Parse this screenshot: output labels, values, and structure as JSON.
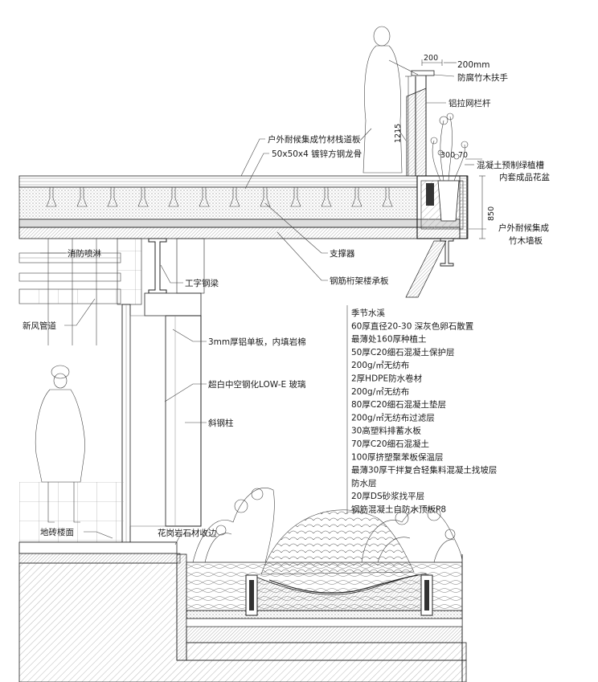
{
  "labels": {
    "handrail_dim": "200mm",
    "handrail": "防腐竹木扶手",
    "railing": "铝拉网栏杆",
    "planter_trough": "混凝土预制绿植槽",
    "planter_pot": "内套成品花盆",
    "deck_board": "户外耐候集成竹材栈道板",
    "steel_keel": "50x50x4 镀锌方钢龙骨",
    "wall_panel_1": "户外耐候集成",
    "wall_panel_2": "竹木墙板",
    "sprinkler": "消防喷淋",
    "support": "支撑器",
    "deck_floor": "钢筋桁架楼承板",
    "i_beam": "工字钢梁",
    "fresh_air": "新风管道",
    "aluminum": "3mm厚铝单板，内填岩棉",
    "glass": "超白中空钢化LOW-E 玻璃",
    "column": "斜钢柱",
    "tile_floor": "地砖楼面",
    "granite": "花岗岩石材收边"
  },
  "dimensions": {
    "top_200": "200",
    "h_1215": "1215",
    "w_300": "300",
    "w_70": "70",
    "h_850": "850"
  },
  "layers": [
    "季节水溪",
    "60厚直径20-30 深灰色卵石散置",
    "最薄处160厚种植土",
    "50厚C20细石混凝土保护层",
    "200g/㎡无纺布",
    "2厚HDPE防水卷材",
    "200g/㎡无纺布",
    "80厚C20细石混凝土垫层",
    "200g/㎡无纺布过滤层",
    "30高塑料排蓄水板",
    "70厚C20细石混凝土",
    "100厚挤塑聚苯板保温层",
    "最薄30厚干拌复合轻集料混凝土找坡层",
    "防水层",
    "20厚DS砂浆找平层",
    "钢筋混凝土自防水顶板P8"
  ],
  "colors": {
    "line": "#222222",
    "hatch": "#bdbdbd",
    "fill_dark": "#3a3a3a"
  }
}
